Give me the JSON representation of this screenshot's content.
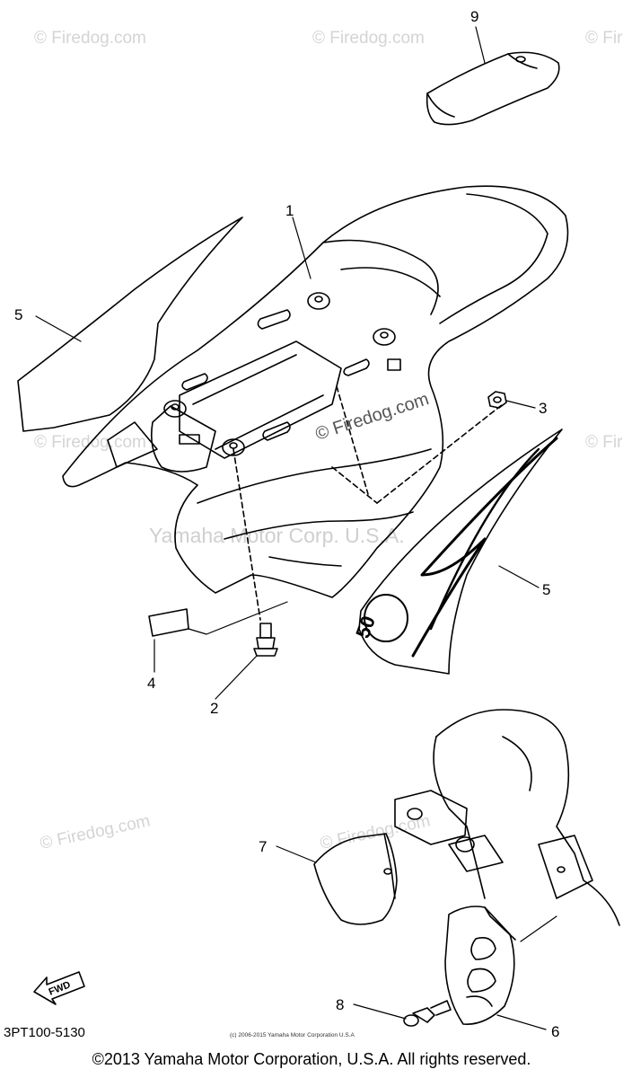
{
  "watermark": {
    "site": "© Firedog.com",
    "company": "Yamaha Motor Corp. U.S.A."
  },
  "callouts": {
    "c1": "1",
    "c2": "2",
    "c3": "3",
    "c4": "4",
    "c5_left": "5",
    "c5_right": "5",
    "c6": "6",
    "c7": "7",
    "c8": "8",
    "c9": "9"
  },
  "fwd_label": "FWD",
  "graphic_number": "50",
  "part_code": "3PT100-5130",
  "small_copyright": "(c) 2006-2015 Yamaha Motor Corporation U.S.A",
  "footer_copyright": "©2013 Yamaha Motor Corporation, U.S.A. All rights reserved."
}
